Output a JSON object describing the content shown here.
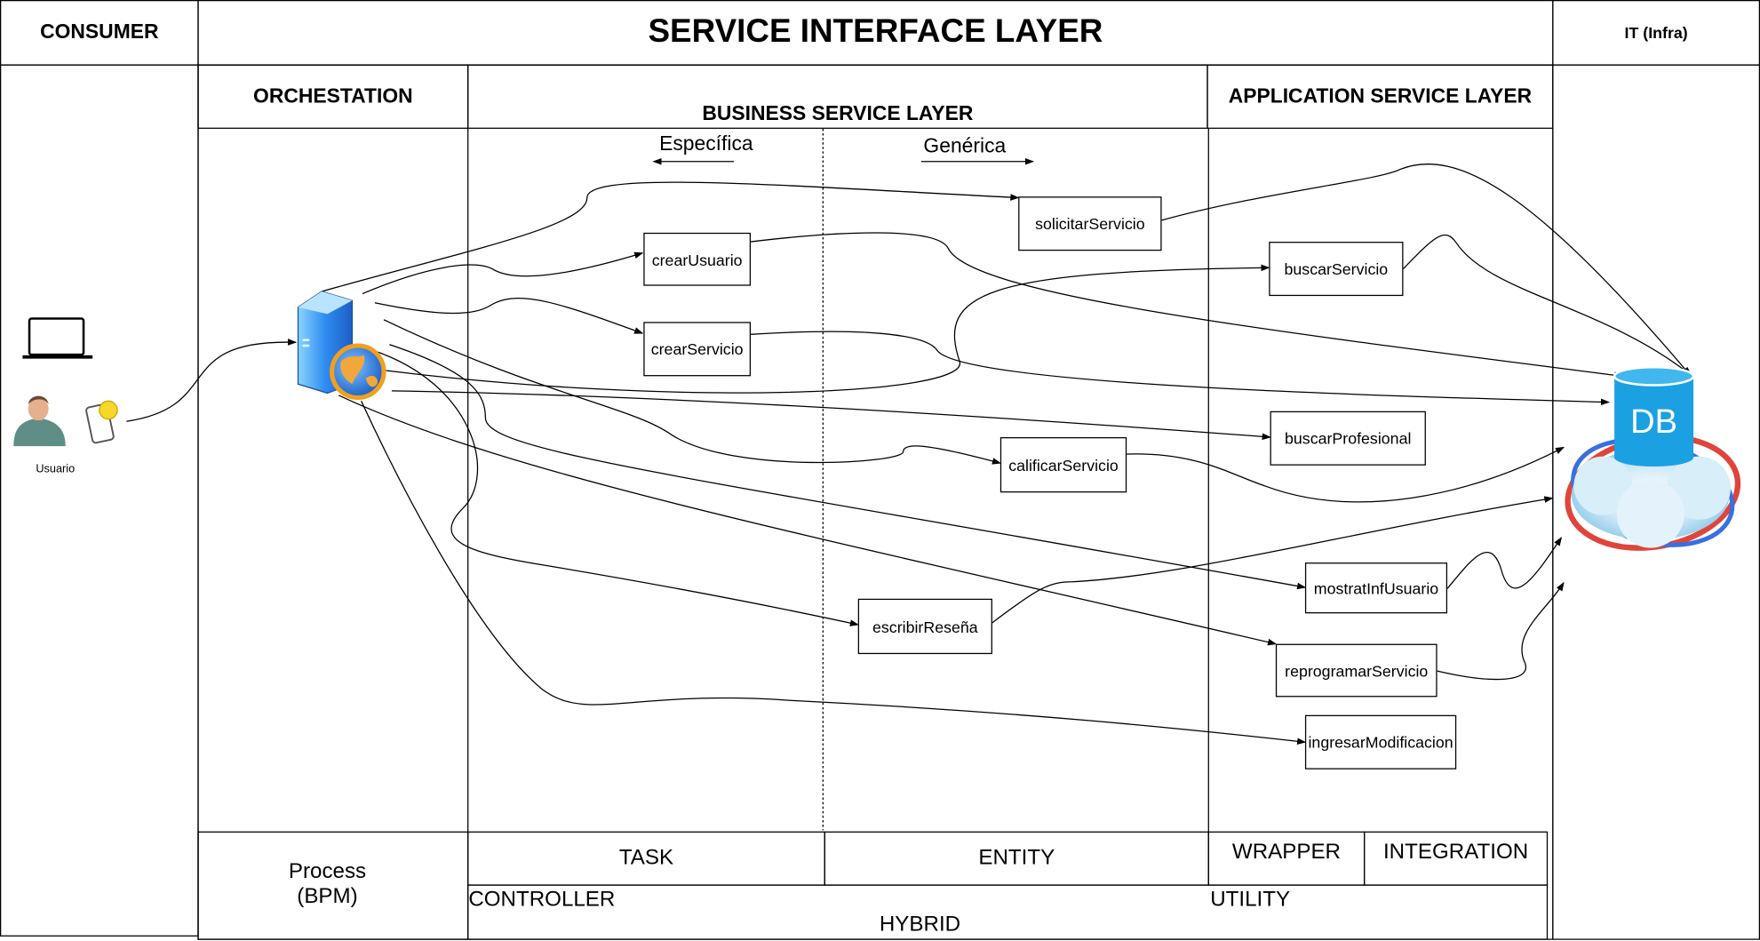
{
  "headers": {
    "consumer": "CONSUMER",
    "service_interface": "SERVICE INTERFACE LAYER",
    "it_infra": "IT (Infra)",
    "orchestation": "ORCHESTATION",
    "business_service": "BUSINESS SERVICE LAYER",
    "application_service": "APPLICATION SERVICE LAYER"
  },
  "axis": {
    "especifica": "Específica",
    "generica": "Genérica"
  },
  "consumer": {
    "user_label": "Usuario"
  },
  "services": {
    "solicitarServicio": "solicitarServicio",
    "crearUsuario": "crearUsuario",
    "buscarServicio": "buscarServicio",
    "crearServicio": "crearServicio",
    "buscarProfesional": "buscarProfesional",
    "calificarServicio": "calificarServicio",
    "mostratInfUsuario": "mostratInfUsuario",
    "escribirResena": "escribirReseña",
    "reprogramarServicio": "reprogramarServicio",
    "ingresarModificacion": "ingresarModificacion"
  },
  "database": {
    "label": "DB",
    "colors": {
      "cylinder": "#1ba1e2",
      "ring_red": "#e0443a",
      "ring_blue": "#3a6fe0"
    }
  },
  "footer": {
    "process": "Process\n(BPM)",
    "task": "TASK",
    "entity": "ENTITY",
    "wrapper": "WRAPPER",
    "integration": "INTEGRATION",
    "controller": "CONTROLLER",
    "utility": "UTILITY",
    "hybrid": "HYBRID"
  }
}
